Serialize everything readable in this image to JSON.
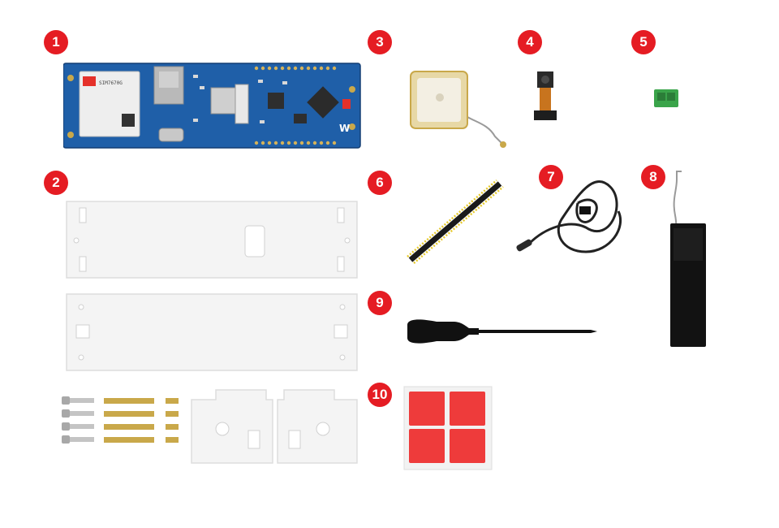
{
  "badges": [
    "1",
    "2",
    "3",
    "4",
    "5",
    "6",
    "7",
    "8",
    "9",
    "10"
  ],
  "board": {
    "module_label": "SIM7670G"
  },
  "colors": {
    "badge": "#e51c23",
    "pcb": "#1f5fa8",
    "acrylic": "#f2f2f2",
    "brass": "#c9a84a",
    "pad_red": "#ee3b3b",
    "terminal_green": "#3aa44a"
  },
  "items": [
    {
      "number": "1",
      "name": "SIM7670G board"
    },
    {
      "number": "2",
      "name": "acrylic plates"
    },
    {
      "number": "3",
      "name": "GPS antenna"
    },
    {
      "number": "4",
      "name": "camera module"
    },
    {
      "number": "5",
      "name": "screw terminal"
    },
    {
      "number": "6",
      "name": "pin header"
    },
    {
      "number": "7",
      "name": "USB-C cable"
    },
    {
      "number": "8",
      "name": "flexible antenna"
    },
    {
      "number": "9",
      "name": "screwdriver"
    },
    {
      "number": "10",
      "name": "adhesive pads"
    }
  ]
}
